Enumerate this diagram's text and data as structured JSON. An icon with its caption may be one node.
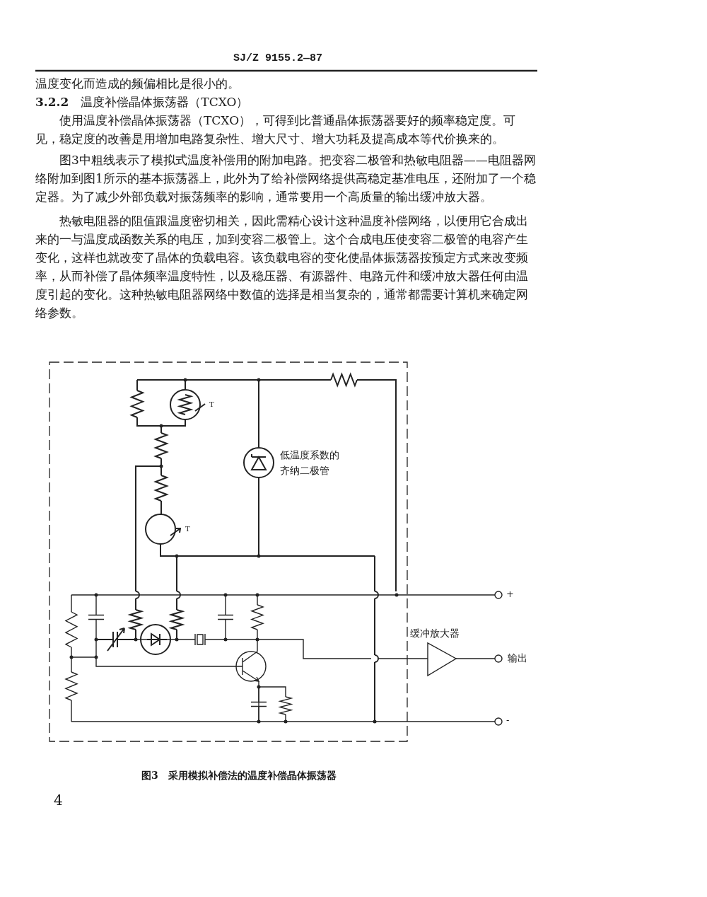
{
  "diagram": {
    "caption": "图3　采用模拟补偿法的温度补偿晶体振荡器",
    "labels": [
      "SJ/Z 9155.2—87",
      "温度变化而造成的频偏相比是很小的。",
      "**3.2.2**　温度补偿晶体振荡器（TCXO）",
      "使用温度补偿晶体振荡器（TCXO），可得到比普通晶体振荡器要好的频率稳定度。可见，稳定度的改善是用增加电路复杂性、增大尺寸、增大功耗及提高成本等代价换来的。",
      "图3中粗线表示了模拟式温度补偿用的附加电路。把变容二极管和热敏电阻器——电阻器网络附加到图1所示的基本振荡器上，此外为了给补偿网络提供高稳定基准电压，还附加了一个稳定器。为了减少外部负载对振荡频率的影响，通常要用一个高质量的输出缓冲放大器。",
      "热敏电阻器的阻值跟温度密切相关，因此需精心设计这种温度补偿网络，以便用它合成出来的一与温度成函数关系的电压，加到变容二极管上。这个合成电压使变容二极管的电容产生变化，这样也就改变了晶体的负载电容。该负载电容的变化使晶体振荡器按预定方式来改变频率，从而补偿了晶体频率温度特性，以及稳压器、有源器件、电路元件和缓冲放大器任何由温度引起的变化。这种热敏电阻器网络中数值的选择是相当复杂的，通常都需要计算机来确定网络参数。",
      "T",
      "低温度系数的齐纳二极管",
      "T",
      "+",
      "缓冲放大器",
      "输出",
      "-",
      "4"
    ]
  }
}
